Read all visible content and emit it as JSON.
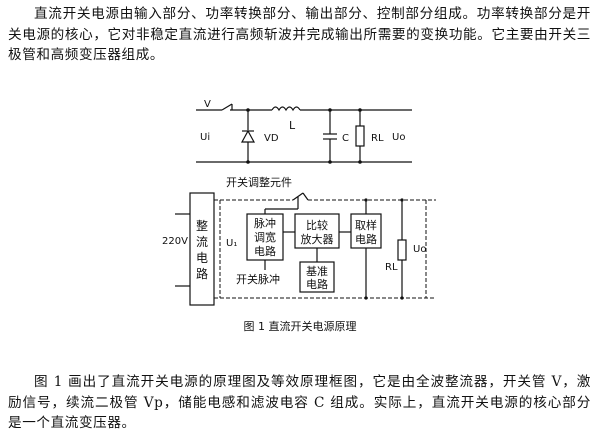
{
  "paragraphs": {
    "intro": "直流开关电源由输入部分、功率转换部分、输出部分、控制部分组成。功率转换部分是开关电源的核心，它对非稳定直流进行高频斩波并完成输出所需要的变换功能。它主要由开关三极管和高频变压器组成。",
    "explanation": "图 1 画出了直流开关电源的原理图及等效原理框图，它是由全波整流器，开关管 V，激励信号，续流二极管 Vp，储能电感和滤波电容 C 组成。实际上，直流开关电源的核心部分是一个直流变压器。"
  },
  "top_circuit": {
    "switch": "V",
    "inductor": "L",
    "diode": "VD",
    "capacitor": "C",
    "load": "RL",
    "input": "Ui",
    "output": "Uo"
  },
  "block_diagram": {
    "switch_element": "开关调整元件",
    "ac_input": "220V",
    "rectifier": "整流电路",
    "u1": "U₁",
    "pwm": "脉冲调宽电路",
    "comparator": "比较放大器",
    "sampler": "取样电路",
    "reference": "基准电路",
    "pulse": "开关脉冲",
    "load": "RL",
    "output": "Uo"
  },
  "caption": "图 1  直流开关电源原理"
}
